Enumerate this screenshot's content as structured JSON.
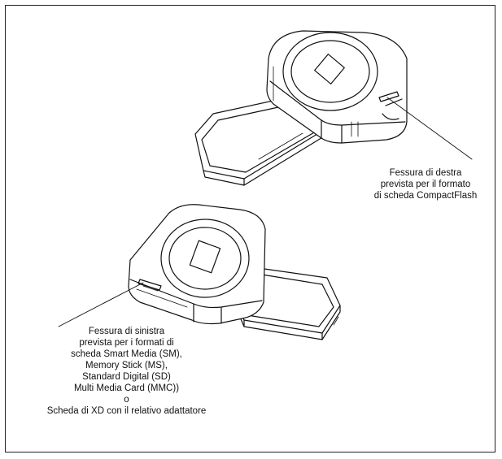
{
  "captions": {
    "right_slot": [
      "Fessura di destra",
      "prevista per il formato",
      "di scheda CompactFlash"
    ],
    "left_slot": [
      "Fessura di sinistra",
      "prevista per i formati di",
      "scheda Smart Media (SM),",
      "Memory Stick (MS),",
      "Standard Digital (SD)",
      "Multi Media Card (MMC))",
      "o",
      "Scheda di XD con il relativo adattatore"
    ]
  }
}
